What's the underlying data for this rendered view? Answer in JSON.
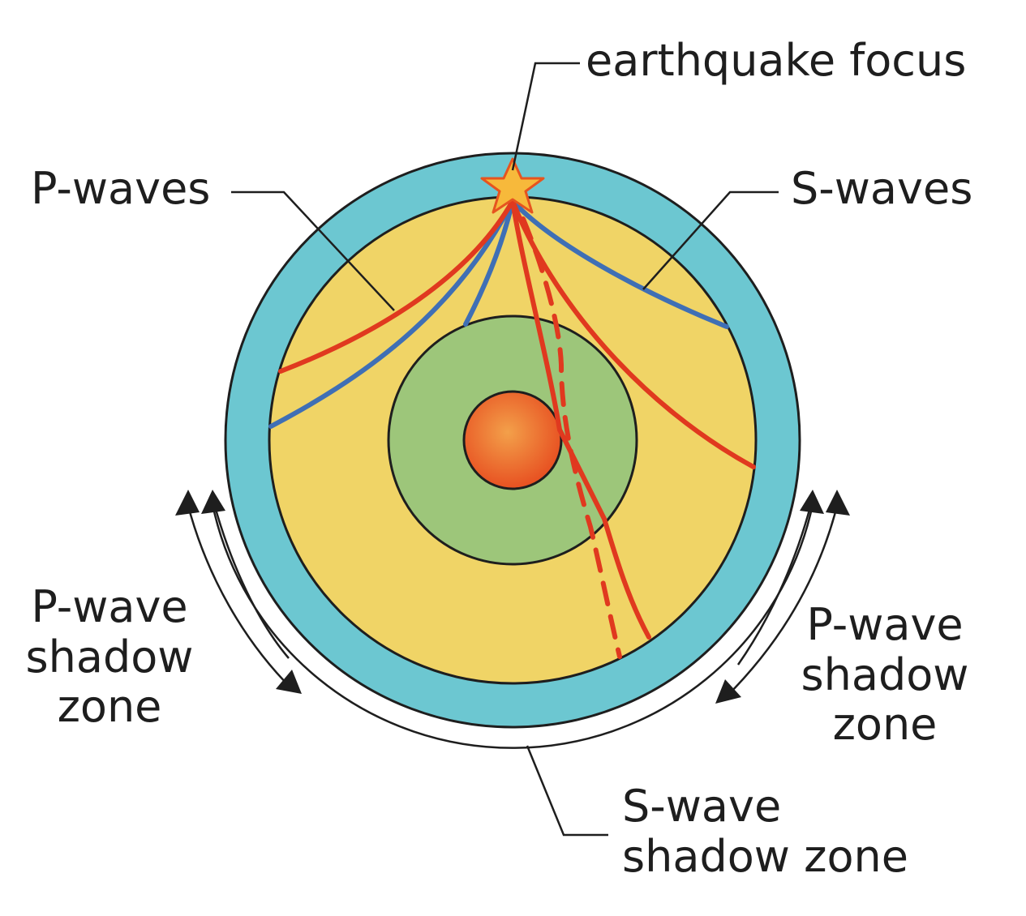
{
  "labels": {
    "earthquake_focus": "earthquake focus",
    "p_waves": "P-waves",
    "s_waves": "S-waves",
    "p_shadow_left": [
      "P-wave",
      "shadow",
      "zone"
    ],
    "p_shadow_right": [
      "P-wave",
      "shadow",
      "zone"
    ],
    "s_shadow": [
      "S-wave",
      "shadow zone"
    ]
  },
  "colors": {
    "crust": "#6cc7d1",
    "mantle": "#f0d466",
    "outer_core": "#9dc67a",
    "inner_core_center": "#f3a04a",
    "inner_core_edge": "#e74e20",
    "p_wave": "#e0391f",
    "s_wave": "#3f6fb5",
    "star_fill": "#f7b93b",
    "star_stroke": "#e6541f",
    "outline": "#1e1e1e"
  }
}
